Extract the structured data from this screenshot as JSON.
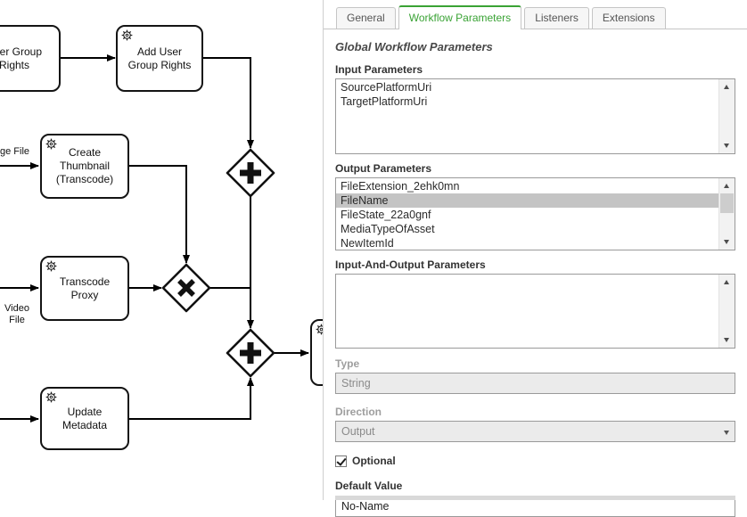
{
  "diagram": {
    "tasks": [
      {
        "label": "User Group Rights"
      },
      {
        "label": "Add User Group Rights"
      },
      {
        "label": "Create Thumbnail (Transcode)"
      },
      {
        "label": "Transcode Proxy"
      },
      {
        "label": "Update Metadata"
      },
      {
        "label": ""
      }
    ],
    "labels": {
      "image_file": "ge File",
      "video_file": "Video File"
    },
    "icons": {
      "task_marker": "gear",
      "parallel_gateway": "plus",
      "exclusive_gateway": "x"
    }
  },
  "panel": {
    "tabs": [
      {
        "label": "General"
      },
      {
        "label": "Workflow Parameters"
      },
      {
        "label": "Listeners"
      },
      {
        "label": "Extensions"
      }
    ],
    "active_tab": "Workflow Parameters",
    "heading": "Global Workflow Parameters",
    "sections": {
      "input": {
        "label": "Input Parameters",
        "items": [
          "SourcePlatformUri",
          "TargetPlatformUri"
        ]
      },
      "output": {
        "label": "Output Parameters",
        "items": [
          "FileExtension_2ehk0mn",
          "FileName",
          "FileState_22a0gnf",
          "MediaTypeOfAsset",
          "NewItemId"
        ],
        "selected": "FileName"
      },
      "inout": {
        "label": "Input-And-Output Parameters",
        "items": []
      }
    },
    "fields": {
      "type": {
        "label": "Type",
        "value": "String"
      },
      "direction": {
        "label": "Direction",
        "value": "Output"
      },
      "optional": {
        "label": "Optional",
        "checked": true
      },
      "default": {
        "label": "Default Value",
        "value": "No-Name"
      }
    },
    "colors": {
      "active_tab": "#3aa335",
      "selected_item_bg": "#c4c4c4"
    }
  }
}
